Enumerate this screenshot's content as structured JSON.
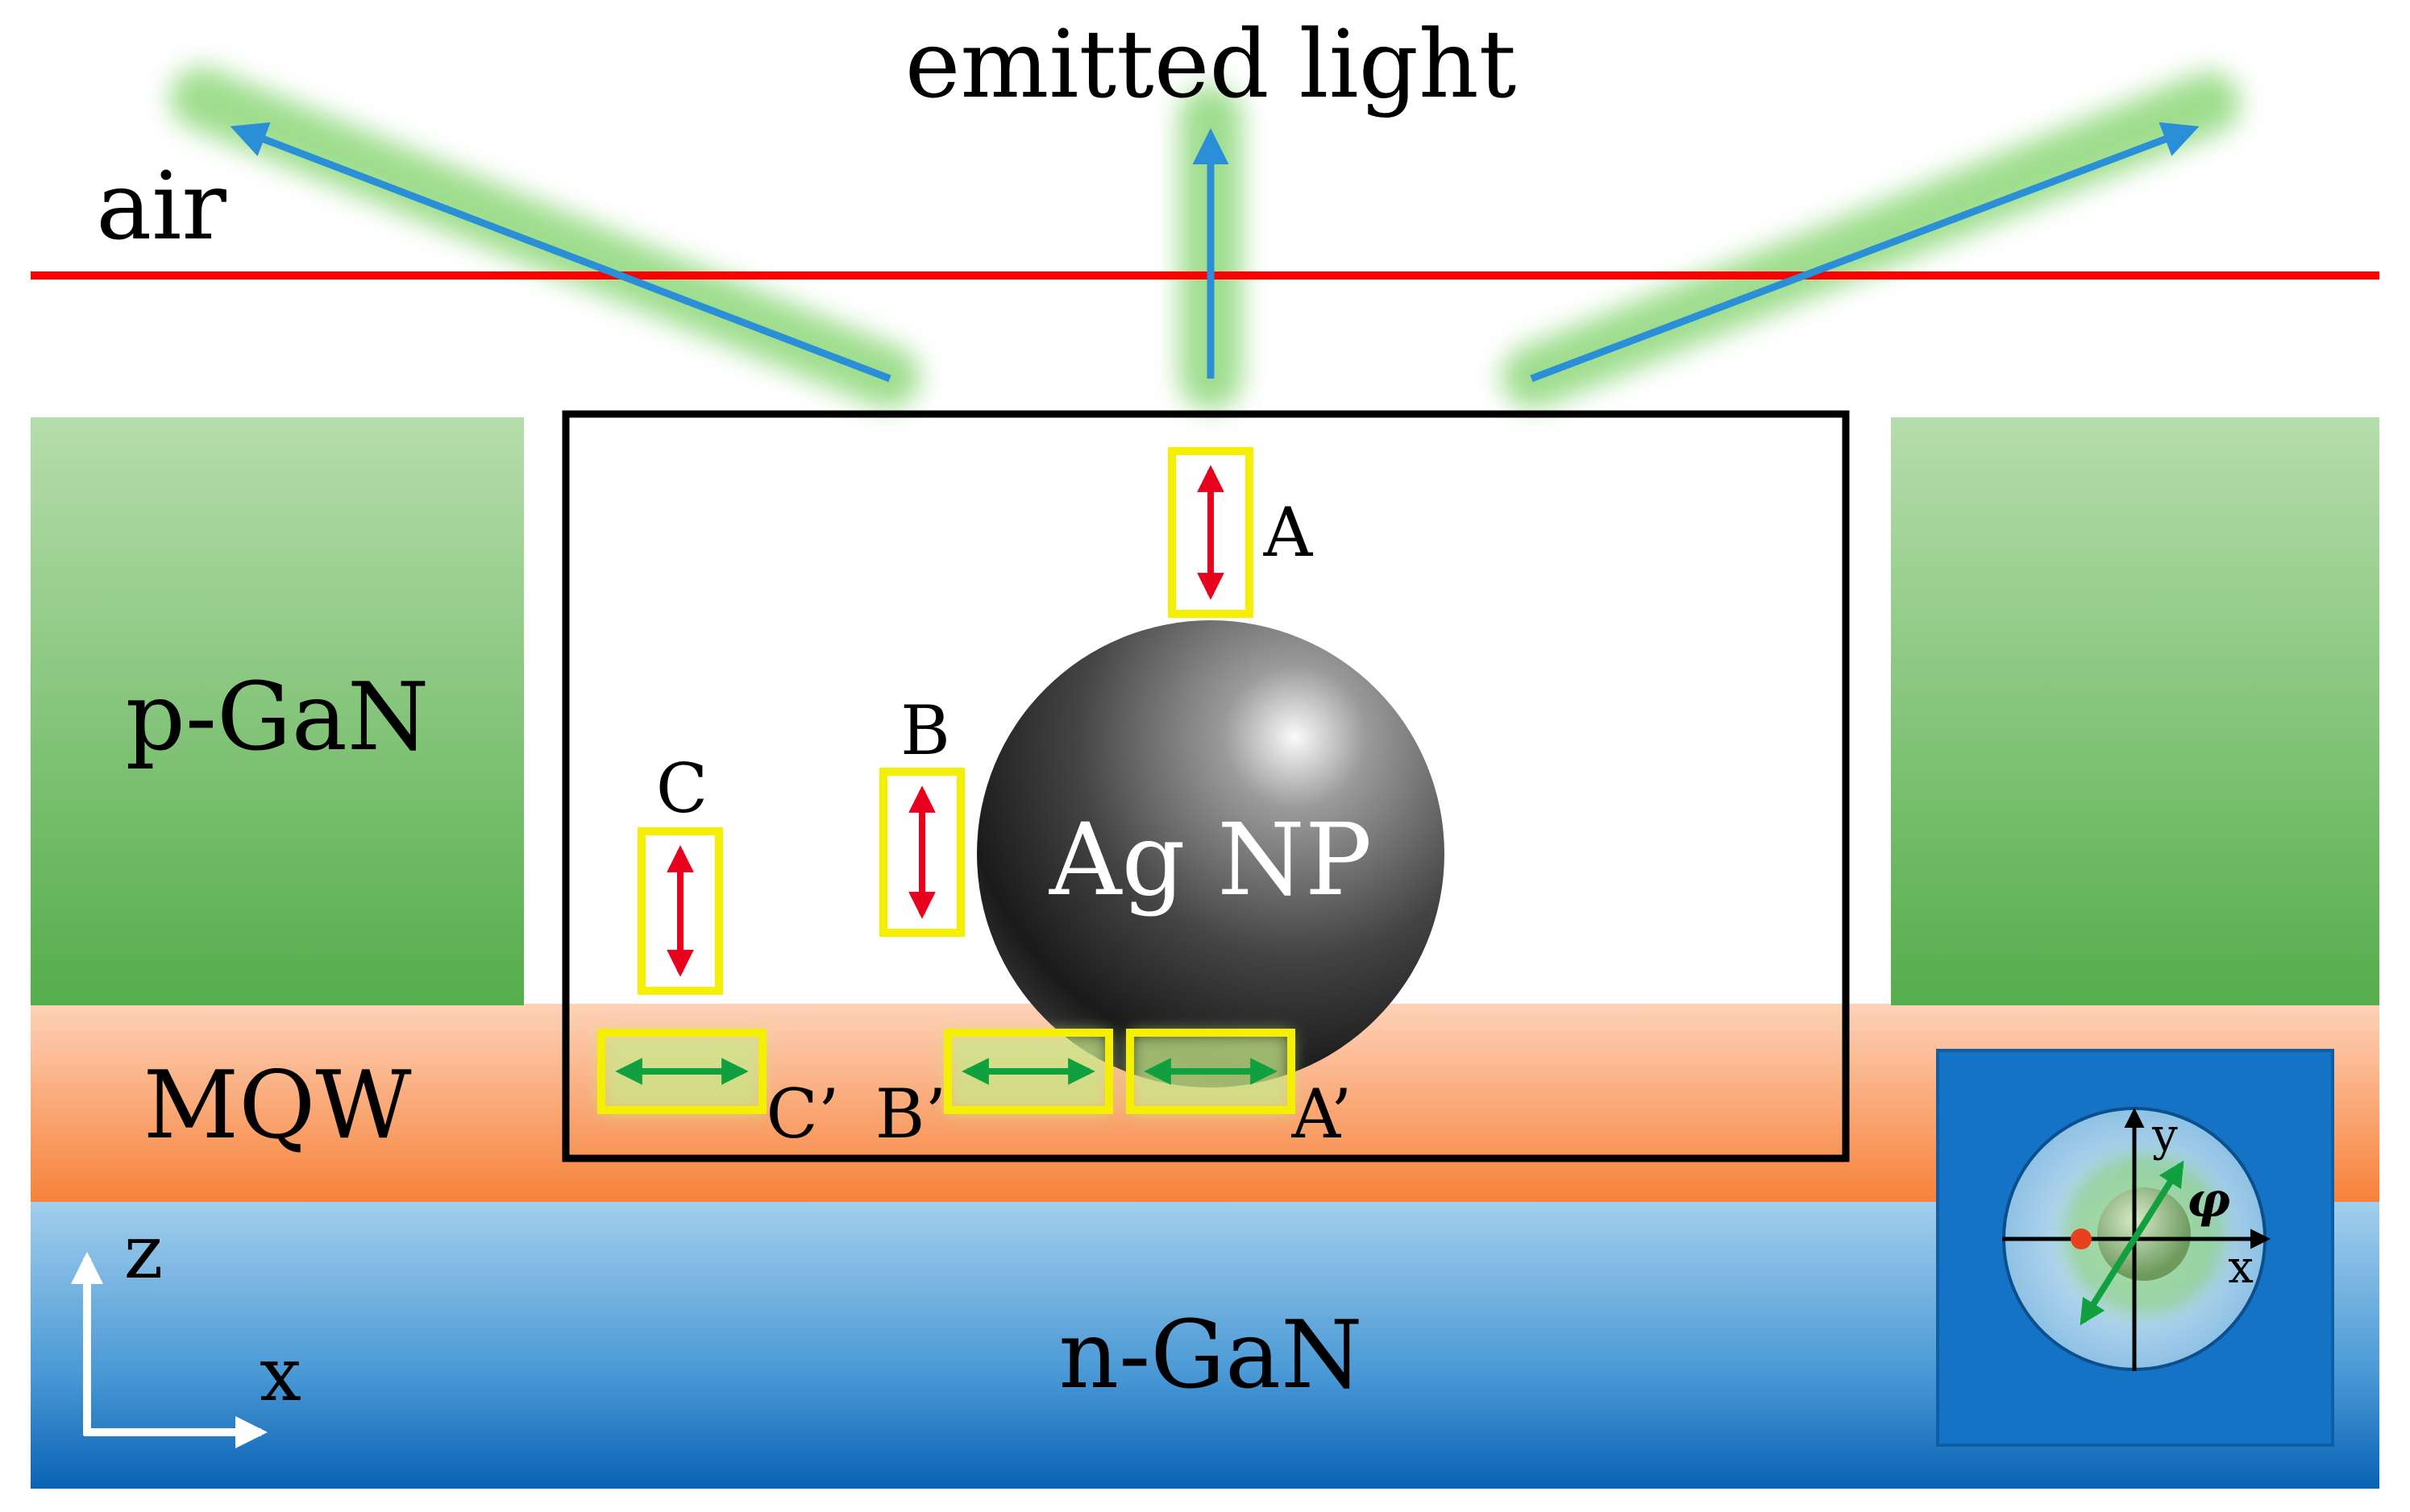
{
  "labels": {
    "emitted_light": "emitted light",
    "air": "air",
    "p_gan": "p-GaN",
    "mqw": "MQW",
    "n_gan": "n-GaN",
    "ag_np": "Ag NP",
    "dipole_a": "A",
    "dipole_b": "B",
    "dipole_c": "C",
    "dipole_a_prime": "A’",
    "dipole_b_prime": "B’",
    "dipole_c_prime": "C’",
    "axis_z": "z",
    "axis_x": "x",
    "inset_axis_x": "x",
    "inset_axis_y": "y",
    "inset_angle": "φ"
  },
  "colors": {
    "interface_line": "#ff0000",
    "light_arrow": "#2a8fd6",
    "light_glow": "#8ed87a",
    "dipole_vertical": "#e8001c",
    "dipole_horizontal": "#10a040",
    "dipole_box": "#f4f000",
    "p_gan_top": "#b4dcaa",
    "p_gan_bottom": "#58b04e",
    "mqw_top": "#fdd0b5",
    "mqw_bottom": "#f8853a",
    "n_gan_top": "#9ccaea",
    "n_gan_bottom": "#0c66b8",
    "inset_background": "#1473c4"
  }
}
